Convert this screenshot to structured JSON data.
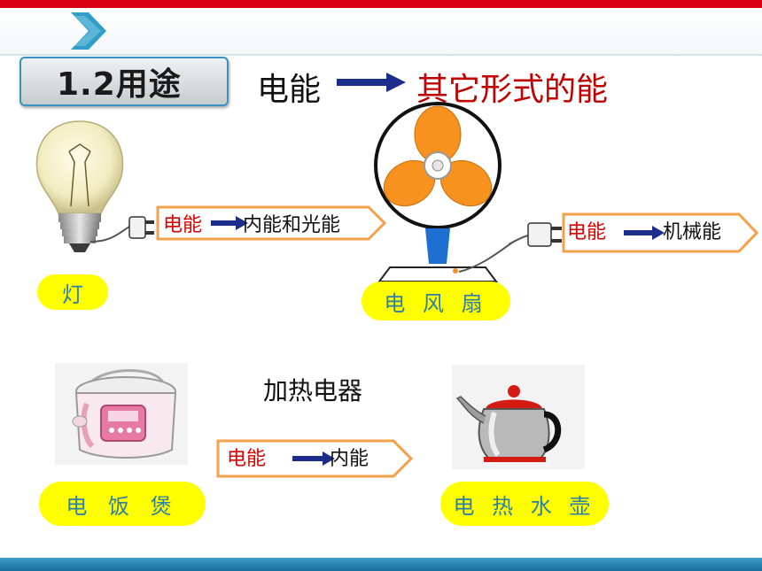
{
  "section": {
    "number_title": "1.2用途"
  },
  "headline": {
    "source": "电能",
    "target": "其它形式的能"
  },
  "lamp": {
    "label": "灯",
    "conversion": {
      "from": "电能",
      "to": "内能和光能"
    }
  },
  "fan": {
    "label": "电 风 扇",
    "conversion": {
      "from": "电能",
      "to": "机械能"
    }
  },
  "heating": {
    "title": "加热电器",
    "conversion": {
      "from": "电能",
      "to": "内能"
    },
    "rice_cooker_label": "电 饭 煲",
    "kettle_label": "电 热 水 壶"
  },
  "colors": {
    "accent_red": "#d7000f",
    "accent_blue": "#2e7fa6",
    "arrow_navy": "#1c2d8c",
    "label_yellow": "#ffff00",
    "frame_orange": "#f5a04a",
    "fan_orange": "#f7921e"
  }
}
